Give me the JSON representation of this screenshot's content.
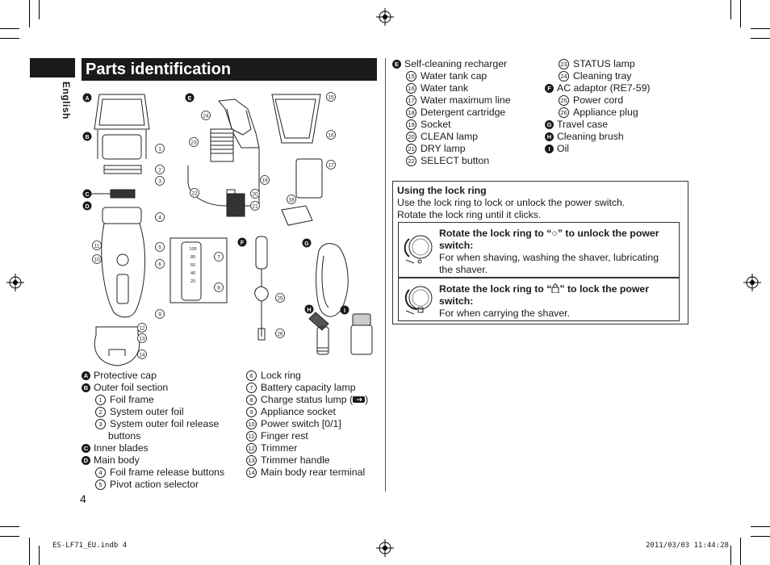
{
  "side_label": "English",
  "title": "Parts identification",
  "page_number": "4",
  "footer": {
    "left": "ES-LF71_EU.indb   4",
    "right": "2011/03/03   11:44:28"
  },
  "figure_labels": {
    "A": "A",
    "B": "B",
    "C": "C",
    "D": "D",
    "E": "E",
    "F": "F",
    "G": "G",
    "H": "H",
    "I": "I",
    "n1": "1",
    "n2": "2",
    "n3": "3",
    "n4": "4",
    "n5": "5",
    "n6": "6",
    "n7": "7",
    "n8": "8",
    "n9": "9",
    "n10": "10",
    "n11": "11",
    "n12": "12",
    "n13": "13",
    "n14": "14",
    "n15": "15",
    "n16": "16",
    "n17": "17",
    "n18": "18",
    "n19": "19",
    "n20": "20",
    "n21": "21",
    "n22": "22",
    "n23": "23",
    "n24": "24",
    "n25": "25",
    "n26": "26",
    "scale": [
      "100",
      "80",
      "60",
      "40",
      "20"
    ]
  },
  "list_left": [
    {
      "badge": "A",
      "text": "Protective cap"
    },
    {
      "badge": "B",
      "text": "Outer foil section"
    },
    {
      "num": "1",
      "text": "Foil frame"
    },
    {
      "num": "2",
      "text": "System outer foil"
    },
    {
      "num": "3",
      "text": "System outer foil release"
    },
    {
      "cont": true,
      "text": "buttons"
    },
    {
      "badge": "C",
      "text": "Inner blades"
    },
    {
      "badge": "D",
      "text": "Main body"
    },
    {
      "num": "4",
      "text": "Foil frame release buttons"
    },
    {
      "num": "5",
      "text": "Pivot action selector"
    }
  ],
  "list_mid": [
    {
      "num": "6",
      "text": "Lock ring"
    },
    {
      "num": "7",
      "text": "Battery capacity lamp"
    },
    {
      "num": "8",
      "text": "Charge status lump (",
      "text_after": ")"
    },
    {
      "num": "9",
      "text": "Appliance socket"
    },
    {
      "num": "10",
      "text": "Power switch [0/1]"
    },
    {
      "num": "11",
      "text": "Finger rest"
    },
    {
      "num": "12",
      "text": "Trimmer"
    },
    {
      "num": "13",
      "text": "Trimmer handle"
    },
    {
      "num": "14",
      "text": "Main body rear terminal"
    }
  ],
  "list_right1": [
    {
      "badge": "E",
      "text": "Self-cleaning recharger"
    },
    {
      "num": "15",
      "text": "Water tank cap"
    },
    {
      "num": "16",
      "text": "Water tank"
    },
    {
      "num": "17",
      "text": "Water maximum line"
    },
    {
      "num": "18",
      "text": "Detergent cartridge"
    },
    {
      "num": "19",
      "text": "Socket"
    },
    {
      "num": "20",
      "text": "CLEAN lamp"
    },
    {
      "num": "21",
      "text": "DRY lamp"
    },
    {
      "num": "22",
      "text": "SELECT button"
    }
  ],
  "list_right2": [
    {
      "num": "23",
      "text": "STATUS lamp"
    },
    {
      "num": "24",
      "text": "Cleaning tray"
    },
    {
      "badge": "F",
      "text": "AC adaptor (RE7-59)"
    },
    {
      "num": "25",
      "text": "Power cord"
    },
    {
      "num": "26",
      "text": "Appliance plug"
    },
    {
      "badge": "G",
      "text": "Travel case"
    },
    {
      "badge": "H",
      "text": "Cleaning brush"
    },
    {
      "badge": "I",
      "text": "Oil"
    }
  ],
  "lock": {
    "title": "Using the lock ring",
    "line1": "Use the lock ring to lock or unlock the power switch.",
    "line2": "Rotate the lock ring until it clicks.",
    "unlock_title_a": "Rotate the lock ring to “",
    "unlock_title_b": "” to unlock the power switch:",
    "unlock_body": "For when shaving, washing the shaver, lubricating the shaver.",
    "lock_title_a": "Rotate the lock ring to “",
    "lock_title_b": "” to lock the power switch:",
    "lock_body": "For when carrying the shaver."
  }
}
